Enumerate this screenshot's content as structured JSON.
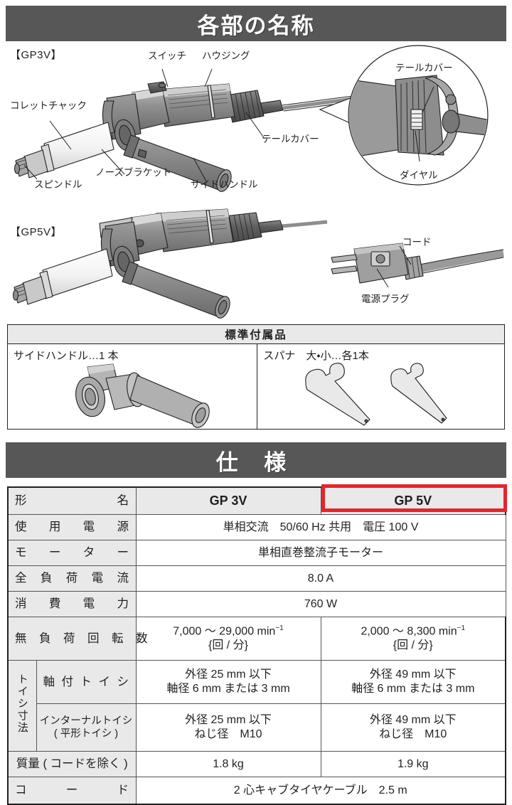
{
  "sections": {
    "parts_title": "各部の名称",
    "spec_title": "仕 様"
  },
  "diagrams": {
    "gp3v_tag": "【GP3V】",
    "gp5v_tag": "【GP5V】",
    "gp3v_callouts": {
      "switch": "スイッチ",
      "housing": "ハウジング",
      "collet_chuck": "コレットチャック",
      "spindle": "スピンドル",
      "nose_bracket": "ノーズブラケット",
      "side_handle": "サイドハンドル",
      "tail_cover": "テールカバー",
      "tail_cover_zoom": "テールカバー",
      "dial": "ダイヤル"
    },
    "gp5v_callouts": {
      "cord": "コード",
      "power_plug": "電源プラグ"
    }
  },
  "accessories": {
    "header": "標準付属品",
    "items": [
      {
        "label": "サイドハンドル…1 本"
      },
      {
        "label": "スパナ　大・小…各1本"
      }
    ]
  },
  "spec": {
    "models": [
      "GP 3V",
      "GP 5V"
    ],
    "highlight_color": "#e8232a",
    "rows": [
      {
        "label": "形　　　　名",
        "type": "models"
      },
      {
        "label": "使　用　電　源",
        "span": true,
        "value": "単相交流　50/60 Hz 共用　電圧 100 V"
      },
      {
        "label": "モ　ー　タ　ー",
        "span": true,
        "value": "単相直巻整流子モーター"
      },
      {
        "label": "全　負　荷　電　流",
        "span": true,
        "value": "8.0 A"
      },
      {
        "label": "消　費　電　力",
        "span": true,
        "value": "760 W"
      },
      {
        "label": "無　負　荷　回　転　数",
        "span": false,
        "gp3v_line1": "7,000 ～ 29,000 min",
        "gp3v_sup": "−1",
        "gp3v_line2": "{回 / 分}",
        "gp5v_line1": "2,000 ～ 8,300 min",
        "gp5v_sup": "−1",
        "gp5v_line2": "{回 / 分}"
      },
      {
        "group_label": "トイシ寸法",
        "label": "軸 付 ト イ シ",
        "span": false,
        "gp3v_line1": "外径 25 mm 以下",
        "gp3v_line2": "軸径 6 mm または 3 mm",
        "gp5v_line1": "外径 49 mm 以下",
        "gp5v_line2": "軸径 6 mm または 3 mm"
      },
      {
        "label_line1": "インターナルトイシ",
        "label_line2": "( 平形トイシ )",
        "span": false,
        "gp3v_line1": "外径 25 mm 以下",
        "gp3v_line2": "ねじ径　M10",
        "gp5v_line1": "外径 49 mm 以下",
        "gp5v_line2": "ねじ径　M10"
      },
      {
        "label": "質量 ( コードを除く )",
        "span": false,
        "gp3v_line1": "1.8 kg",
        "gp5v_line1": "1.9 kg"
      },
      {
        "label": "コ　　ー　　ド",
        "span": true,
        "value": "2 心キャブタイヤケーブル　2.5 m"
      }
    ]
  }
}
